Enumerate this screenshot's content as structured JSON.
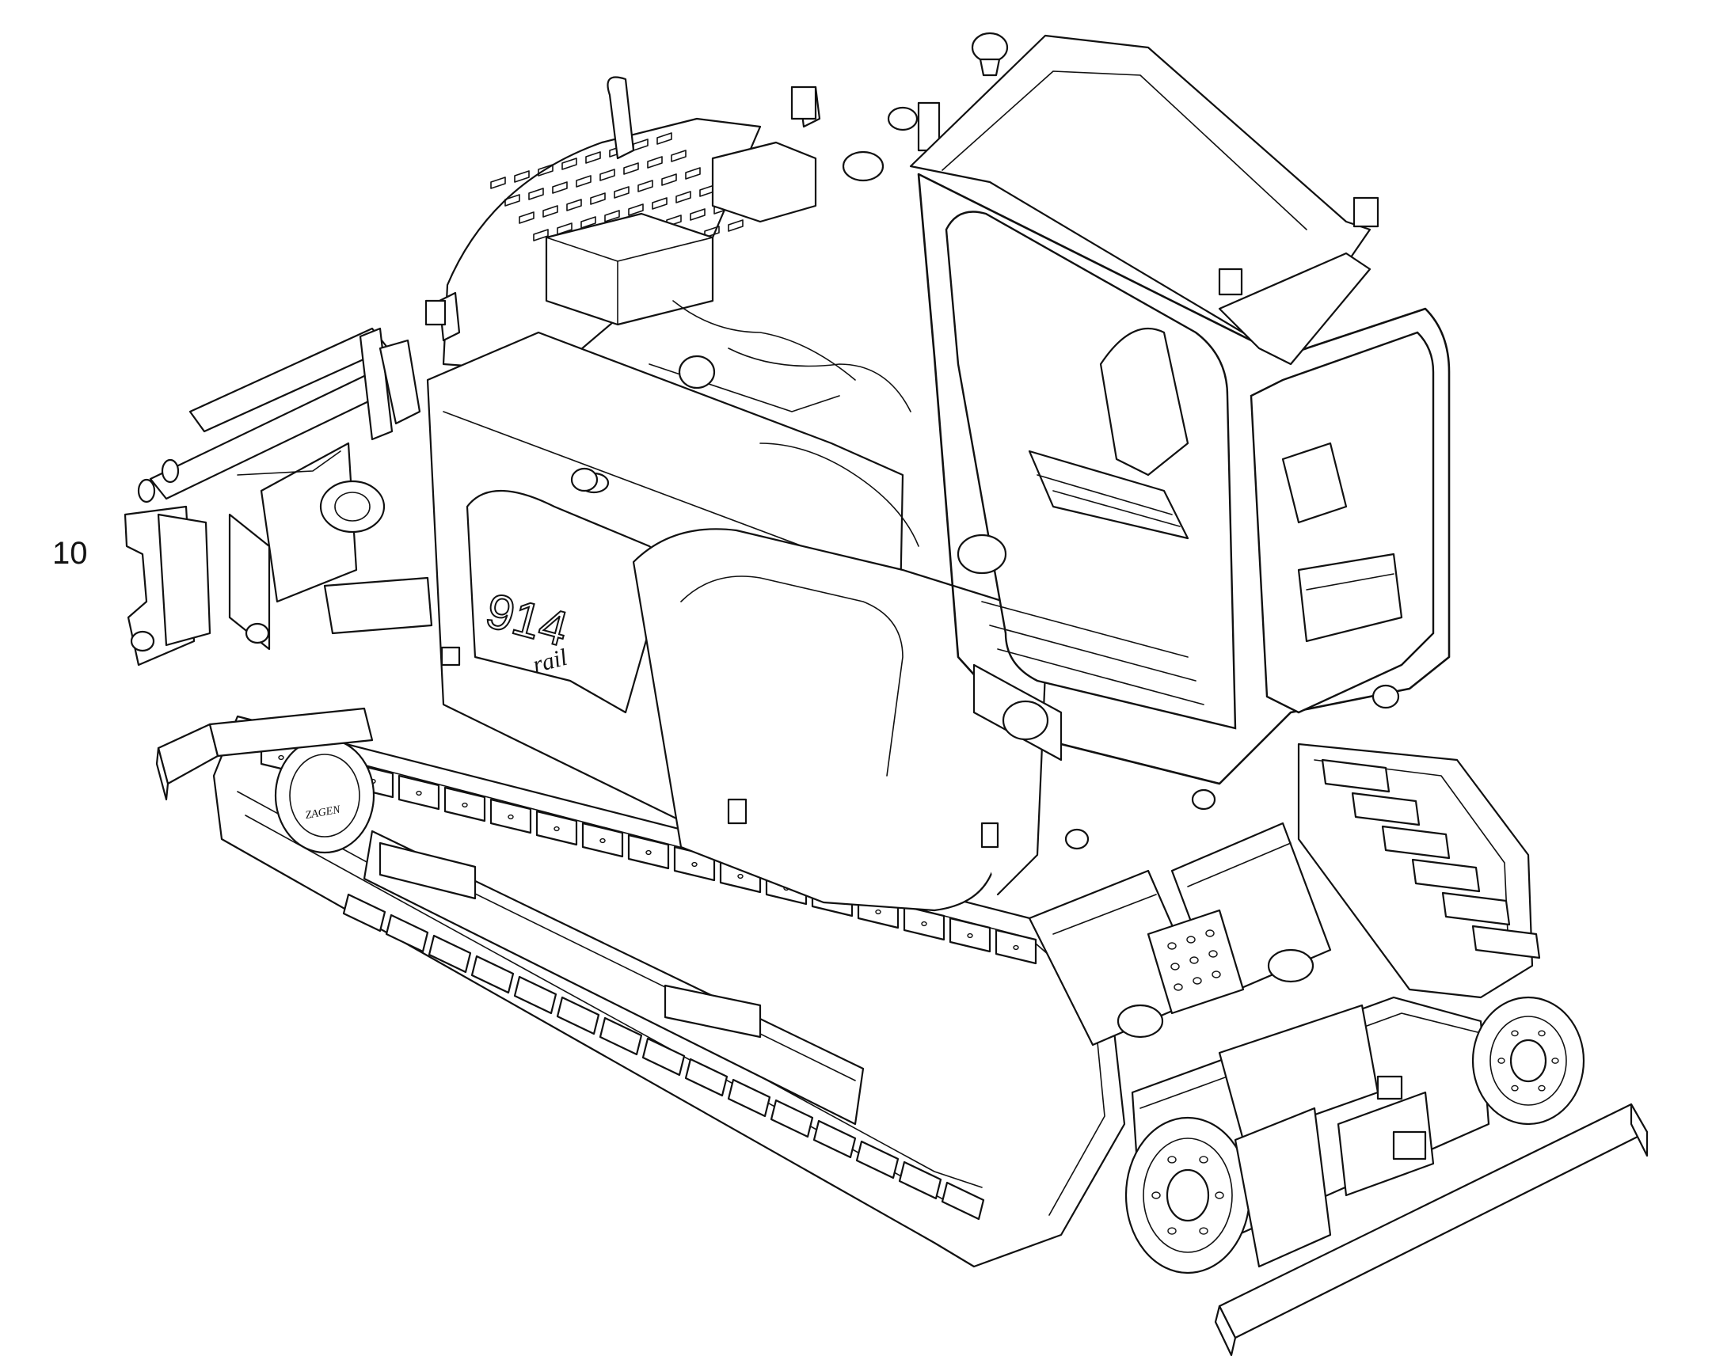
{
  "callout": {
    "label": "10"
  },
  "machine_badge": {
    "model": "914",
    "variant": "rail"
  },
  "colors": {
    "line": "#111111",
    "background": "#ffffff"
  }
}
